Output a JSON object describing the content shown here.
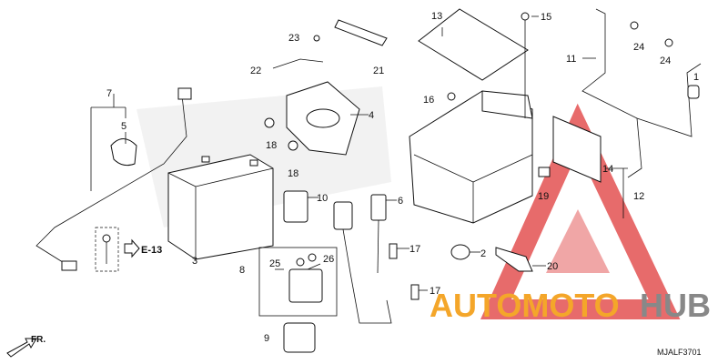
{
  "diagram": {
    "code": "MJALF3701",
    "direction_label": "FR.",
    "reference_label": "E-13",
    "callouts": [
      "1",
      "2",
      "3",
      "4",
      "5",
      "6",
      "7",
      "8",
      "9",
      "10",
      "11",
      "12",
      "13",
      "14",
      "15",
      "16",
      "17",
      "17",
      "18",
      "18",
      "19",
      "20",
      "21",
      "22",
      "23",
      "24",
      "24",
      "25",
      "26"
    ]
  },
  "watermark": {
    "brand_part1": "AUTOMOTO",
    "brand_part2": "HUB",
    "colors": {
      "orange": "#f4a62a",
      "gray": "#888888",
      "red": "#e03a3a"
    }
  }
}
